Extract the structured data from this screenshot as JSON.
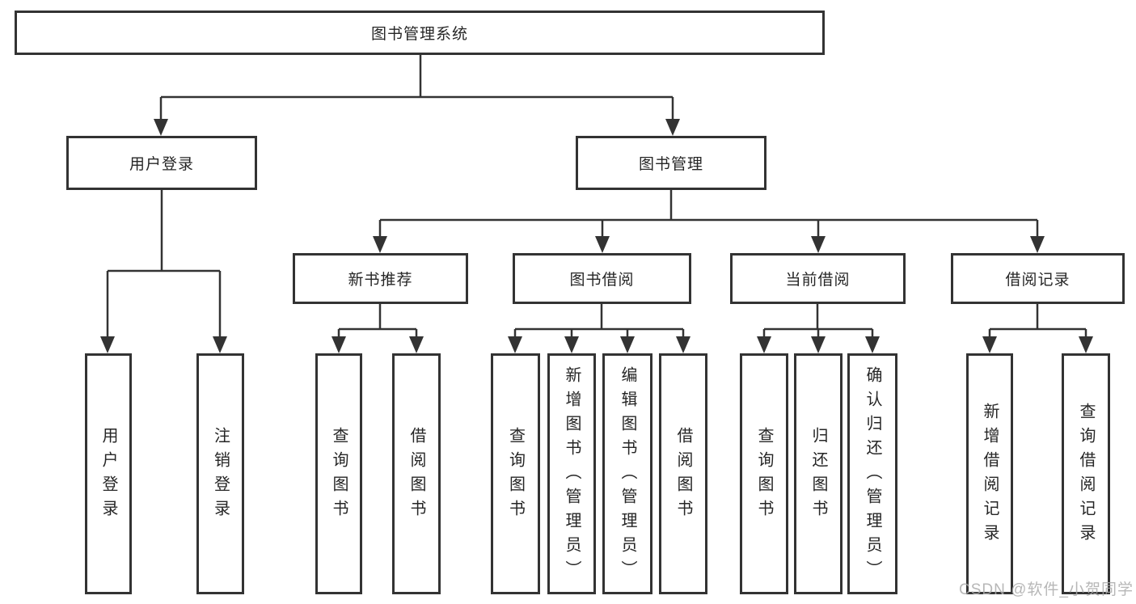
{
  "tree": {
    "root": {
      "label": "图书管理系统",
      "children": [
        {
          "label": "用户登录",
          "children": [
            {
              "label": "用户登录"
            },
            {
              "label": "注销登录"
            }
          ]
        },
        {
          "label": "图书管理",
          "children": [
            {
              "label": "新书推荐",
              "children": [
                {
                  "label": "查询图书"
                },
                {
                  "label": "借阅图书"
                }
              ]
            },
            {
              "label": "图书借阅",
              "children": [
                {
                  "label": "查询图书"
                },
                {
                  "label": "新增图书（管理员）"
                },
                {
                  "label": "编辑图书（管理员）"
                },
                {
                  "label": "借阅图书"
                }
              ]
            },
            {
              "label": "当前借阅",
              "children": [
                {
                  "label": "查询图书"
                },
                {
                  "label": "归还图书"
                },
                {
                  "label": "确认归还（管理员）"
                }
              ]
            },
            {
              "label": "借阅记录",
              "children": [
                {
                  "label": "新增借阅记录"
                },
                {
                  "label": "查询借阅记录"
                }
              ]
            }
          ]
        }
      ]
    }
  },
  "watermark": {
    "text": "CSDN @软件_小贺同学"
  },
  "colors": {
    "line": "#333333",
    "box_border": "#333333",
    "text": "#262626",
    "watermark": "#ababab",
    "background": "#ffffff"
  }
}
